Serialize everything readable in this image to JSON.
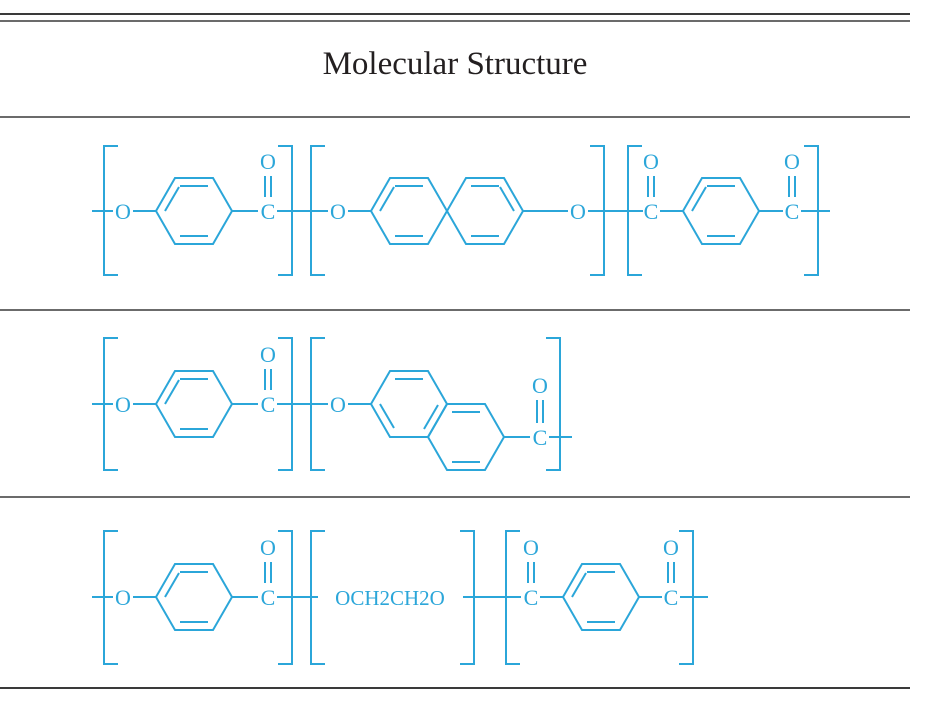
{
  "table": {
    "header": "Molecular Structure",
    "rows": [
      {
        "units": [
          {
            "groups": [
              "O",
              "C",
              "O"
            ]
          },
          {
            "groups": [
              "O",
              "O"
            ]
          },
          {
            "groups": [
              "C",
              "O",
              "C",
              "O"
            ]
          }
        ]
      },
      {
        "units": [
          {
            "groups": [
              "O",
              "C",
              "O"
            ]
          },
          {
            "groups": [
              "O",
              "C",
              "O"
            ]
          }
        ]
      },
      {
        "units": [
          {
            "groups": [
              "O",
              "C",
              "O"
            ]
          },
          {
            "linker": "OCH2CH2O"
          },
          {
            "groups": [
              "C",
              "O",
              "C",
              "O"
            ]
          }
        ]
      }
    ]
  },
  "colors": {
    "structure": "#2ba6d9",
    "rule": "#3a3a3a",
    "text": "#231f20"
  }
}
